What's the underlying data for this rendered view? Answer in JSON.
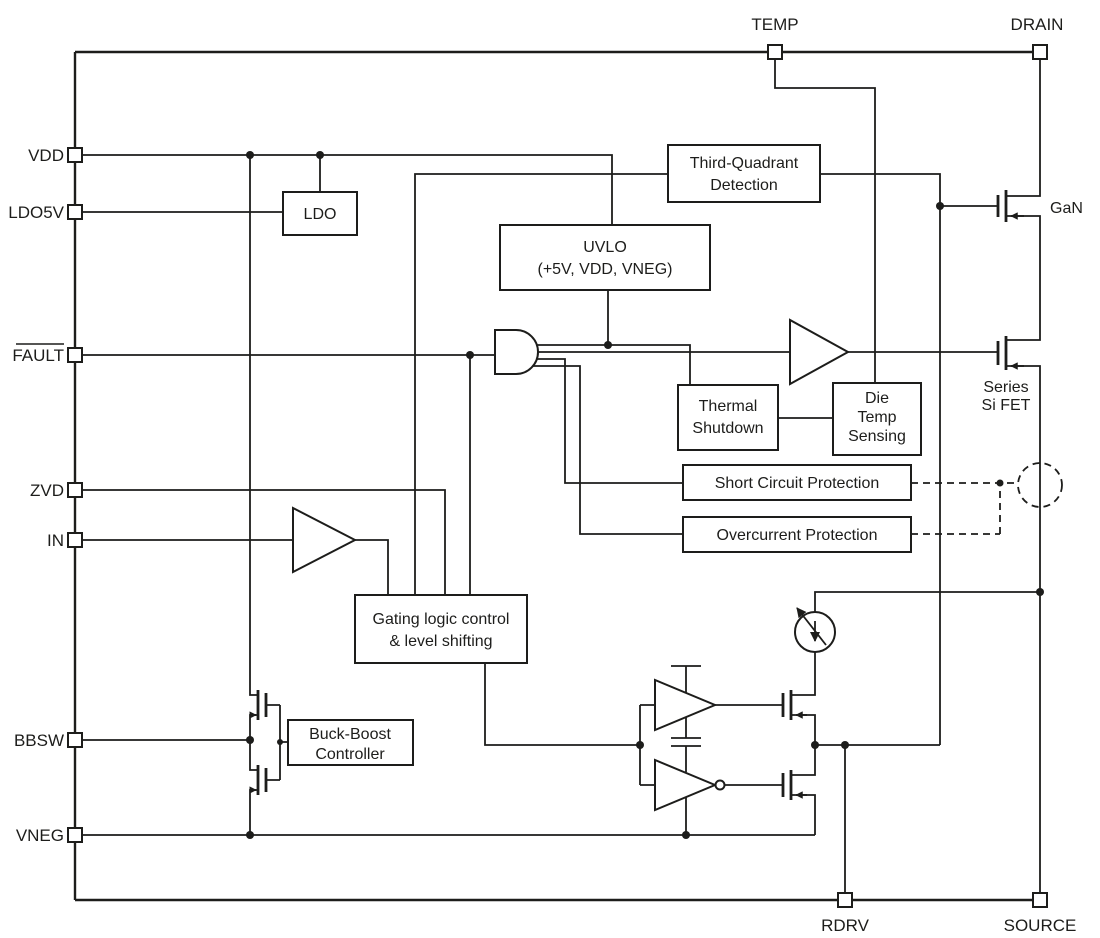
{
  "colors": {
    "line": "#1d1d1b",
    "background": "#ffffff"
  },
  "pins": {
    "vdd": {
      "label": "VDD"
    },
    "ldo5v": {
      "label": "LDO5V"
    },
    "fault": {
      "label": "FAULT"
    },
    "zvd": {
      "label": "ZVD"
    },
    "in": {
      "label": "IN"
    },
    "bbsw": {
      "label": "BBSW"
    },
    "vneg": {
      "label": "VNEG"
    },
    "temp": {
      "label": "TEMP"
    },
    "drain": {
      "label": "DRAIN"
    },
    "rdrv": {
      "label": "RDRV"
    },
    "source": {
      "label": "SOURCE"
    }
  },
  "blocks": {
    "ldo": {
      "label": "LDO"
    },
    "third_quadrant": {
      "line1": "Third-Quadrant",
      "line2": "Detection"
    },
    "uvlo": {
      "line1": "UVLO",
      "line2": "(+5V, VDD, VNEG)"
    },
    "thermal_shutdown": {
      "line1": "Thermal",
      "line2": "Shutdown"
    },
    "die_temp_sensing": {
      "line1": "Die",
      "line2": "Temp",
      "line3": "Sensing"
    },
    "short_circuit_protection": {
      "label": "Short Circuit Protection"
    },
    "overcurrent_protection": {
      "label": "Overcurrent Protection"
    },
    "gating_logic": {
      "line1": "Gating logic control",
      "line2": "& level shifting"
    },
    "buck_boost_controller": {
      "line1": "Buck-Boost",
      "line2": "Controller"
    }
  },
  "annotations": {
    "gan": {
      "label": "GaN"
    },
    "series_si_fet": {
      "line1": "Series",
      "line2": "Si FET"
    }
  }
}
